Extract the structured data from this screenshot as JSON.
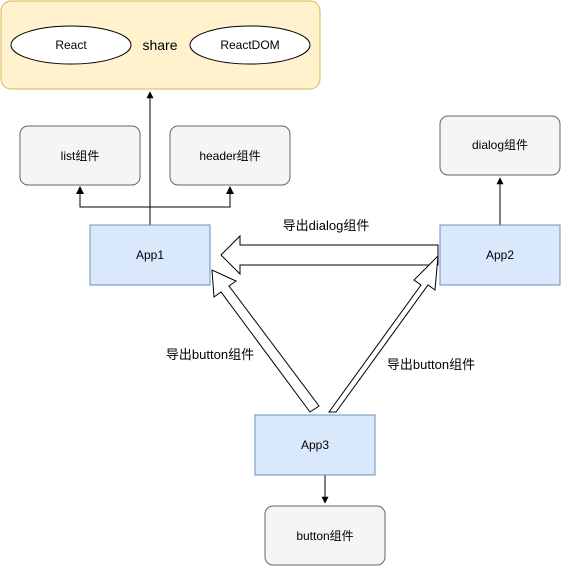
{
  "share_group": {
    "label": "share",
    "items": [
      "React",
      "ReactDOM"
    ],
    "fill": "#fff2cc",
    "border": "#d6b656"
  },
  "nodes": {
    "app1": "App1",
    "app2": "App2",
    "app3": "App3",
    "list": "list组件",
    "header": "header组件",
    "dialog": "dialog组件",
    "button": "button组件"
  },
  "edges": {
    "app2_to_app1": "导出dialog组件",
    "app3_to_app1": "导出button组件",
    "app3_to_app2": "导出button组件"
  },
  "colors": {
    "app_fill": "#dae8fc",
    "app_border": "#6c8ebf",
    "component_fill": "#f5f5f5",
    "component_border": "#666666",
    "line": "#000000"
  }
}
